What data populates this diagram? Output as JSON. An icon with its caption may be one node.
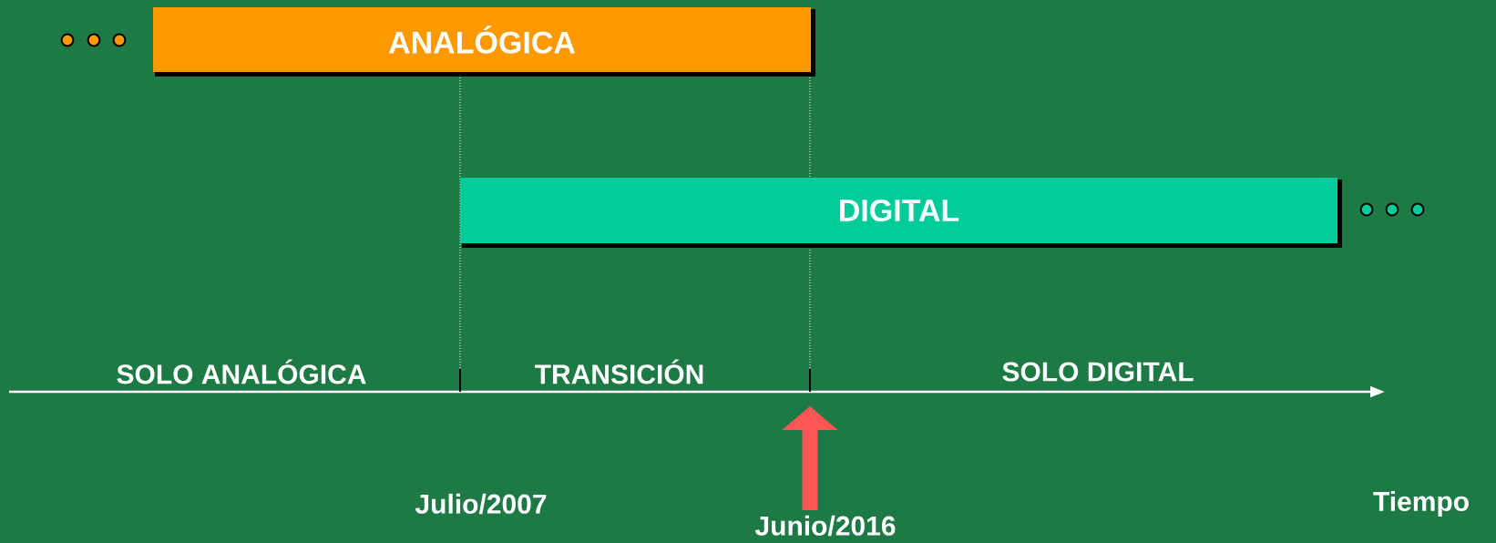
{
  "diagram": {
    "nodes": [
      {
        "text": [
          "ANALÓGICA"
        ]
      },
      {
        "text": [
          "DIGITAL"
        ]
      }
    ],
    "labels": [
      "SOLO ANALÓGICA",
      "TRANSICIÓN",
      "SOLO DIGITAL",
      "Julio/2007",
      "Junio/2016",
      "Tiempo"
    ]
  }
}
